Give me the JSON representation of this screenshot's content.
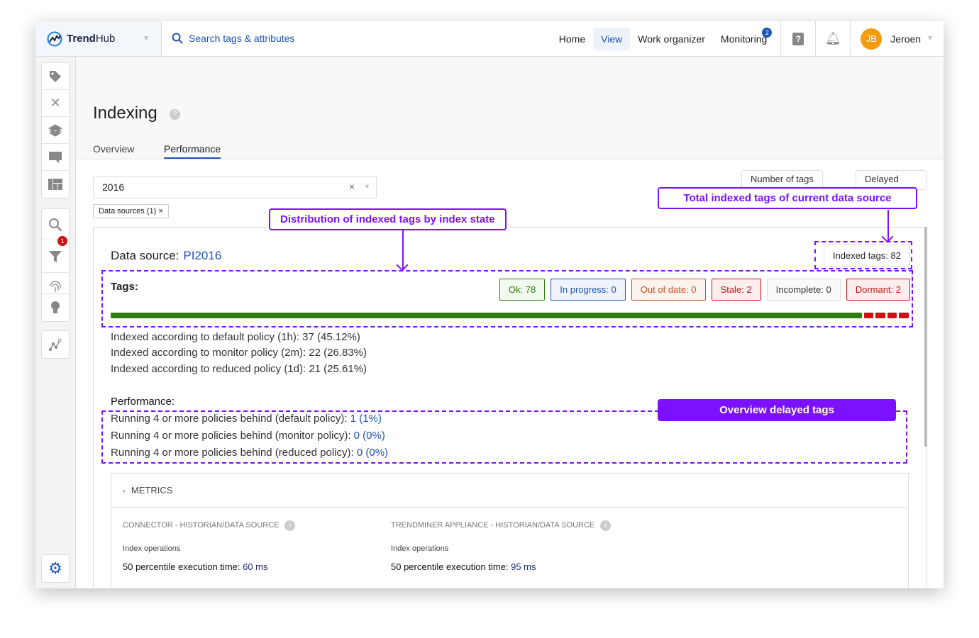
{
  "header": {
    "brand_a": "Trend",
    "brand_b": "Hub",
    "search_placeholder": "Search tags & attributes",
    "nav": [
      "Home",
      "View",
      "Work organizer",
      "Monitoring"
    ],
    "monitoring_badge": "2",
    "user_initials": "JB",
    "user_name": "Jeroen"
  },
  "sidebar": {
    "icons": [
      "tag-icon",
      "calculator-icon",
      "layers-icon",
      "comment-icon",
      "dashboard-icon",
      "search-icon",
      "filter-icon",
      "fingerprint-icon",
      "lightbulb-icon",
      "graph-icon",
      "gear-icon"
    ],
    "filter_badge": "1"
  },
  "page": {
    "title": "Indexing",
    "tabs": [
      "Overview",
      "Performance"
    ],
    "active_tab": "Performance",
    "select_value": "2016",
    "chip": "Data sources (1)",
    "btn_number": "Number of tags",
    "btn_delayed": "Delayed"
  },
  "card": {
    "ds_label": "Data source:",
    "ds_name": "PI2016",
    "indexed_tags": "Indexed tags: 82",
    "tags_label": "Tags:",
    "states": [
      {
        "label": "Ok: 78",
        "value": 78,
        "color": "#2e7d0f"
      },
      {
        "label": "In progress: 0",
        "value": 0,
        "color": "#1d54b4"
      },
      {
        "label": "Out of date: 0",
        "value": 0,
        "color": "#c4501a"
      },
      {
        "label": "Stale: 2",
        "value": 2,
        "color": "#cc1111"
      },
      {
        "label": "Incomplete: 0",
        "value": 0,
        "color": "#333333"
      },
      {
        "label": "Dormant: 2",
        "value": 2,
        "color": "#cc1111"
      }
    ],
    "policies": [
      "Indexed according to default policy (1h): 37 (45.12%)",
      "Indexed according to monitor policy (2m): 22 (26.83%)",
      "Indexed according to reduced policy (1d): 21 (25.61%)"
    ],
    "perf_label": "Performance:",
    "perf": [
      {
        "text": "Running 4 or more policies behind (default policy): ",
        "value": "1 (1%)"
      },
      {
        "text": "Running 4 or more policies behind (monitor policy): ",
        "value": "0 (0%)"
      },
      {
        "text": "Running 4 or more policies behind (reduced policy): ",
        "value": "0 (0%)"
      }
    ],
    "metrics": {
      "title": "METRICS",
      "col1": "CONNECTOR - HISTORIAN/DATA SOURCE",
      "col2": "TRENDMINER APPLIANCE - HISTORIAN/DATA SOURCE",
      "sub": "Index operations",
      "exec_label": "50 percentile execution time: ",
      "v1": "60 ms",
      "v2": "95 ms"
    }
  },
  "annotations": {
    "a1": "Distribution of indexed tags by index state",
    "a2": "Total indexed tags of current data source",
    "a3": "Overview delayed tags"
  }
}
